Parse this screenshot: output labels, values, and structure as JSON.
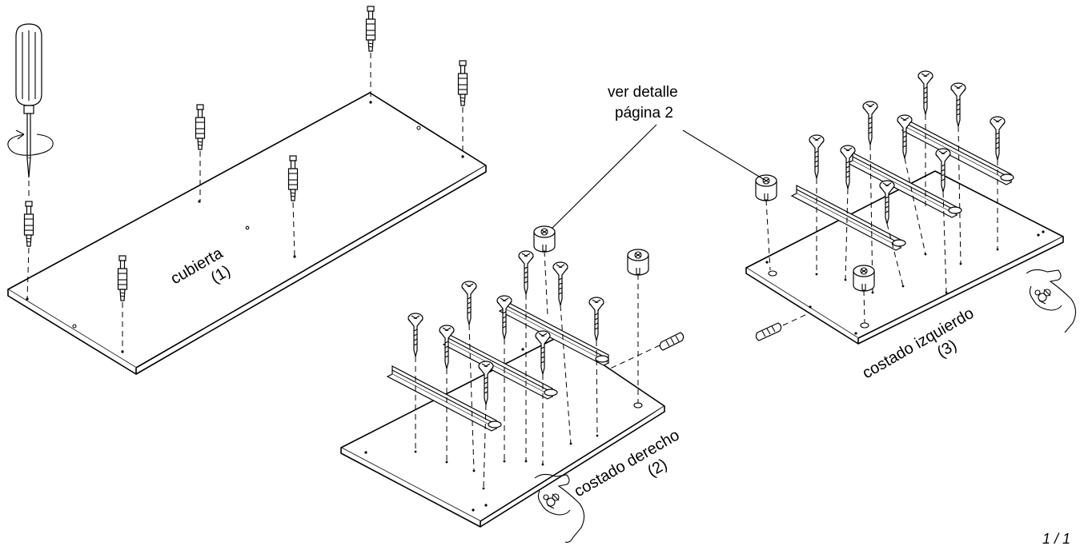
{
  "labels": {
    "cubierta": "cubierta",
    "cubierta_num": "(1)",
    "derecho": "costado derecho",
    "derecho_num": "(2)",
    "izquierdo": "costado izquierdo",
    "izquierdo_num": "(3)",
    "detalle_l1": "ver detalle",
    "detalle_l2": "página 2",
    "page_num": "1 / 1"
  },
  "icons": [
    "screwdriver-icon",
    "rotation-arrow-icon",
    "hand-pointer-icon",
    "cam-lock-icon",
    "screw-icon",
    "dowel-icon",
    "bolt-icon"
  ]
}
